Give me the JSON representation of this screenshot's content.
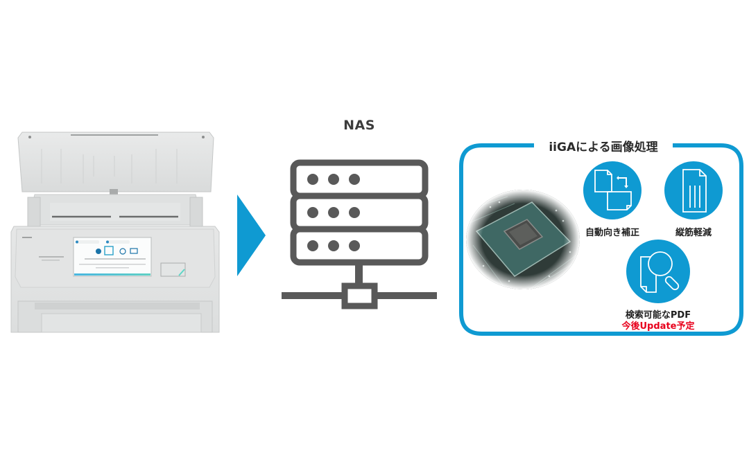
{
  "diagram": {
    "title": "Scanner to NAS with iiGA image processing",
    "flow": [
      "scanner",
      "arrow",
      "nas",
      "iiga-features"
    ],
    "colors": {
      "accent_blue": "#0f9ad2",
      "icon_gray": "#595959",
      "text_dark": "#2a2a2a",
      "highlight_red": "#e8001c"
    }
  },
  "scanner": {
    "icon": "document-scanner-image"
  },
  "arrow": {
    "icon": "triangle-right-arrow"
  },
  "nas": {
    "label": "NAS",
    "icon": "server-network-icon",
    "rack_units": 3,
    "leds_per_unit": 3
  },
  "features_panel": {
    "heading": "iiGAによる画像処理",
    "chip_image": "circuit-chip-image",
    "features": [
      {
        "label": "自動向き補正",
        "icon": "auto-rotate-document-icon",
        "note": ""
      },
      {
        "label": "縦筋軽減",
        "icon": "vertical-streak-reduction-icon",
        "note": ""
      },
      {
        "label": "検索可能なPDF",
        "icon": "searchable-pdf-icon",
        "note": "今後Update予定"
      }
    ]
  }
}
